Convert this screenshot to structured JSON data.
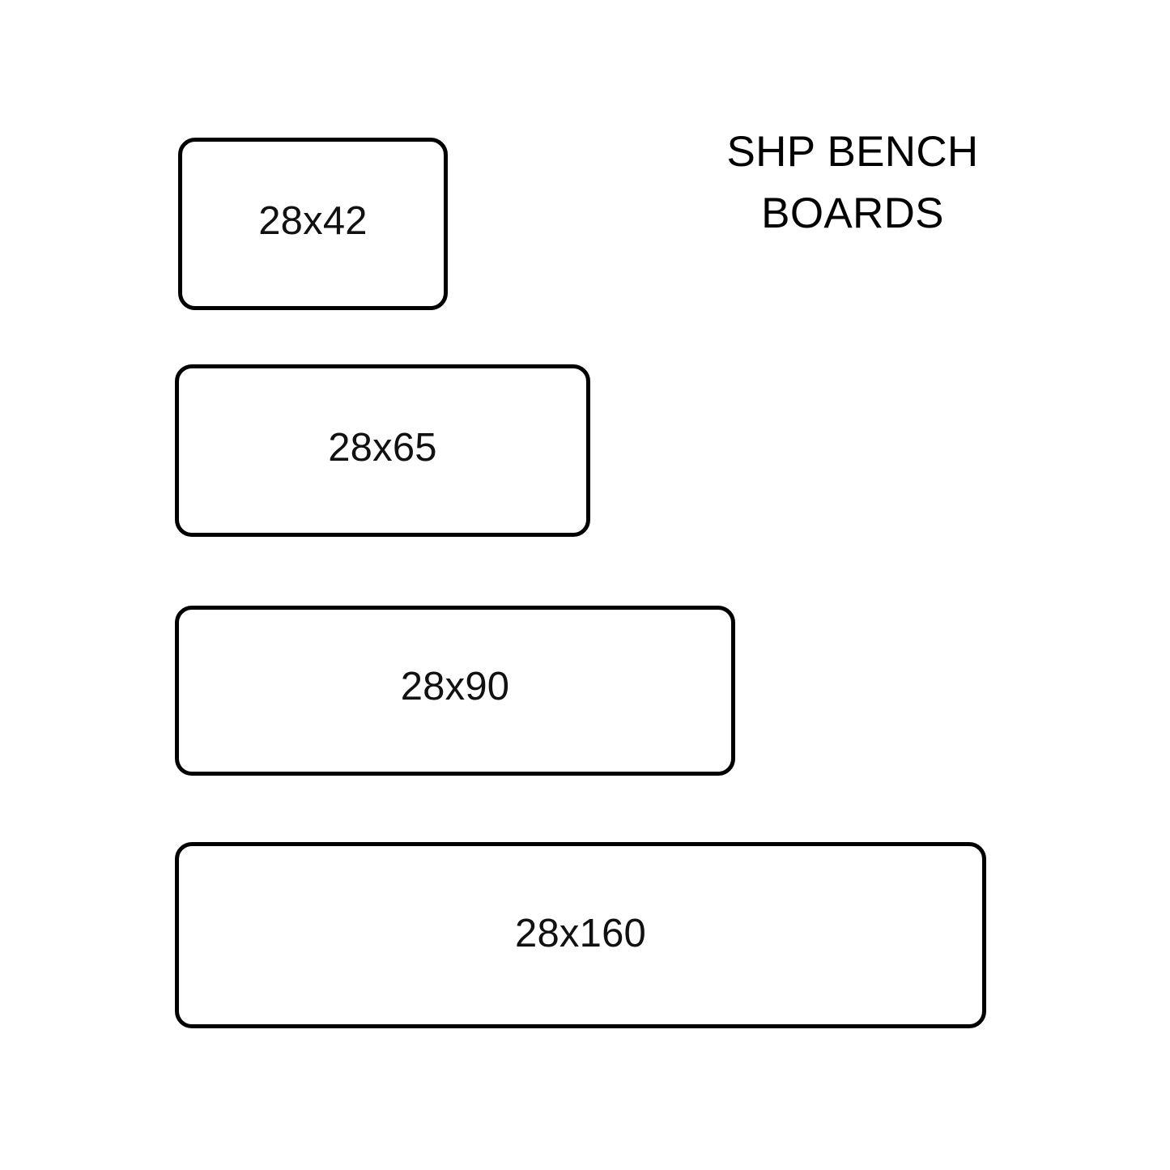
{
  "page": {
    "background_color": "#ffffff",
    "stroke_color": "#000000",
    "text_color": "#111111"
  },
  "title": {
    "line1": "SHP BENCH",
    "line2": "BOARDS",
    "full": "SHP BENCH BOARDS"
  },
  "boards": [
    {
      "label": "28x42",
      "width_mm": 42,
      "thickness_mm": 28
    },
    {
      "label": "28x65",
      "width_mm": 65,
      "thickness_mm": 28
    },
    {
      "label": "28x90",
      "width_mm": 90,
      "thickness_mm": 28
    },
    {
      "label": "28x160",
      "width_mm": 160,
      "thickness_mm": 28
    }
  ]
}
